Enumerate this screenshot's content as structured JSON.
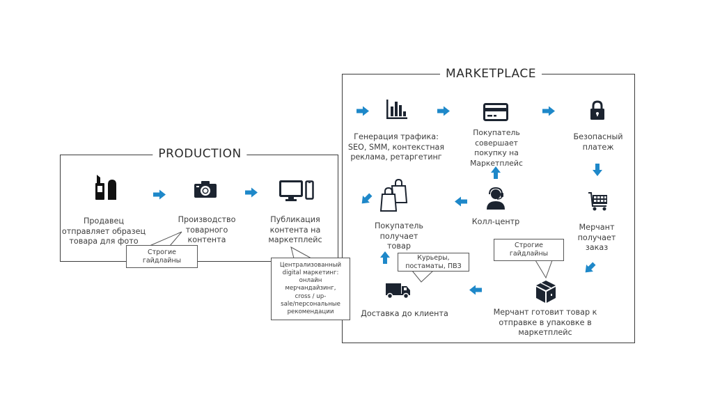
{
  "colors": {
    "arrow": "#1e88c9",
    "icon": "#1c2430",
    "frame": "#3b3b3b",
    "text": "#3d3d3d"
  },
  "production": {
    "title": "PRODUCTION",
    "steps": [
      {
        "icon": "lipstick-icon",
        "label": "Продавец\nотправляет образец\nтовара для фото"
      },
      {
        "icon": "camera-icon",
        "label": "Производство\nтоварного\nконтента"
      },
      {
        "icon": "monitor-phone-icon",
        "label": "Публикация\nконтента на\nмаркетплейс"
      }
    ],
    "callouts": [
      {
        "text": "Строгие\nгайдлайны"
      },
      {
        "text": "Централизованный\ndigital маркетинг:\nонлайн\nмерчандайзинг,\ncross / up-\nsale/персональные\nрекомендации"
      }
    ]
  },
  "marketplace": {
    "title": "MARKETPLACE",
    "steps": [
      {
        "icon": "bar-chart-icon",
        "label": "Генерация трафика:\nSEO, SMM, контекстная\nреклама, ретаргетинг"
      },
      {
        "icon": "credit-card-icon",
        "label": "Покупатель\nсовершает\nпокупку на\nМаркетплейс"
      },
      {
        "icon": "lock-icon",
        "label": "Безопасный\nплатеж"
      },
      {
        "icon": "shopping-cart-icon",
        "label": "Мерчант\nполучает\nзаказ"
      },
      {
        "icon": "package-box-icon",
        "label": "Мерчант готовит товар к\nотправке в упаковке в\nмаркетплейс"
      },
      {
        "icon": "delivery-truck-icon",
        "label": "Доставка до клиента"
      },
      {
        "icon": "shopping-bags-icon",
        "label": "Покупатель\nполучает\nтовар"
      },
      {
        "icon": "call-center-icon",
        "label": "Колл-центр"
      }
    ],
    "callouts": [
      {
        "text": "Строгие\nгайдлайны"
      },
      {
        "text": "Курьеры,\nпостаматы, ПВЗ"
      }
    ]
  }
}
